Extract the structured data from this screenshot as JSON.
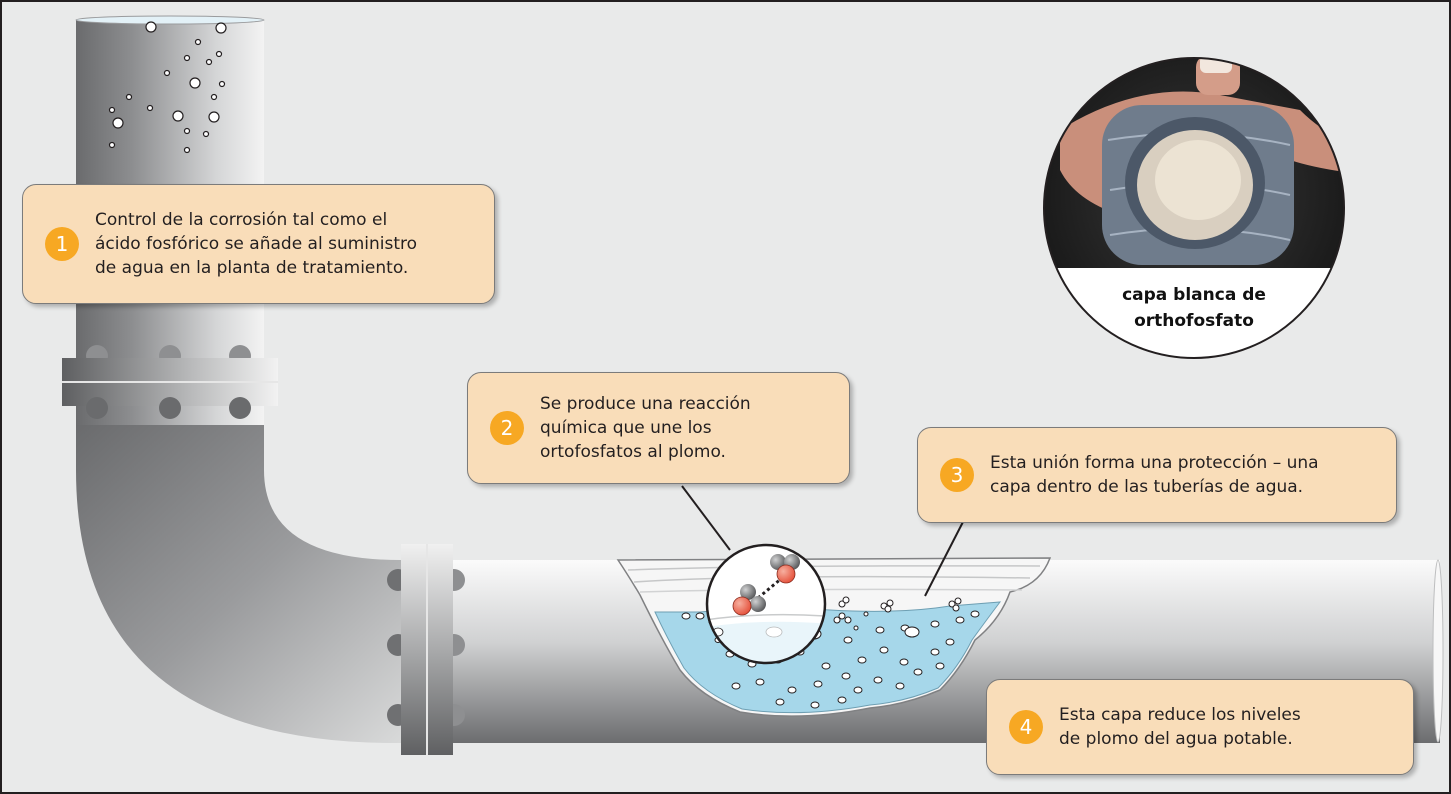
{
  "callouts": [
    {
      "number": "1",
      "text": "Control de la corrosión tal como el\nácido fosfórico se añade al suministro\nde agua en la planta de tratamiento."
    },
    {
      "number": "2",
      "text": "Se produce una reacción\nquímica que une los\nortofosfatos al plomo."
    },
    {
      "number": "3",
      "text": "Esta unión forma una protección – una\ncapa dentro de las tuberías de agua."
    },
    {
      "number": "4",
      "text": "Esta capa reduce los niveles\nde plomo del agua potable."
    }
  ],
  "photo": {
    "caption": "capa blanca de\northofosfato"
  },
  "colors": {
    "background": "#e9eaea",
    "callout_fill": "#f9ddb9",
    "badge": "#f7a823",
    "water": "#a6d7ea",
    "atom_red": "#e5503a",
    "atom_grey": "#6d6e70"
  }
}
